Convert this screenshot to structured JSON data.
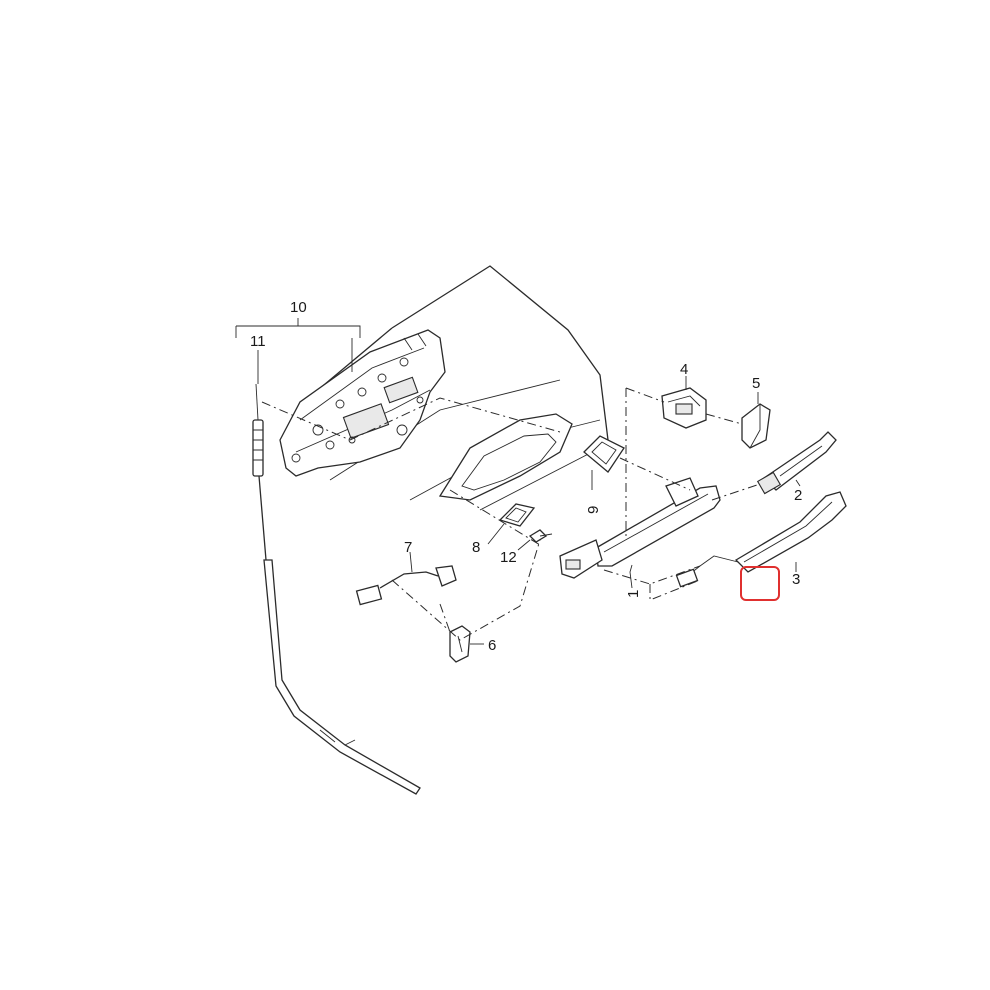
{
  "callouts": {
    "c1": "1",
    "c2": "2",
    "c3": "3",
    "c4": "4",
    "c5": "5",
    "c6": "6",
    "c7": "7",
    "c8": "8",
    "c9": "9",
    "c10": "10",
    "c11": "11",
    "c12": "12"
  },
  "highlight": {
    "color": "#e0302f",
    "target": "3"
  }
}
